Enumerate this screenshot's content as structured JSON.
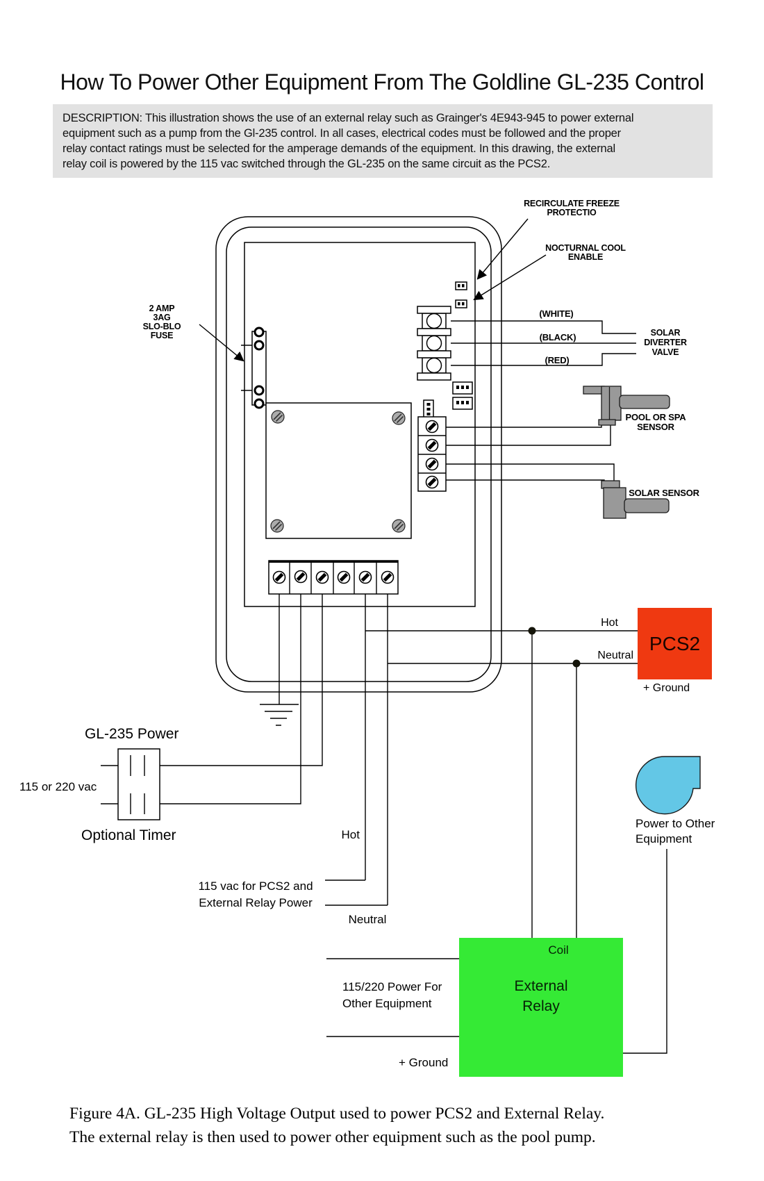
{
  "page": {
    "title": "How To Power Other Equipment From The Goldline GL-235 Control",
    "description_lines": [
      "DESCRIPTION: This illustration shows the use of an external relay such as Grainger's 4E943-945 to power external",
      "equipment such as a pump from the Gl-235 control.  In all cases, electrical codes must be followed and the proper",
      "relay contact ratings must be selected for the amperage demands of the equipment.  In this drawing, the external",
      "relay coil is powered by the 115 vac switched through the GL-235 on the same circuit as the PCS2."
    ],
    "caption_lines": [
      "Figure 4A. GL-235 High Voltage Output used to power PCS2 and External Relay.",
      "The external relay is then used to power other equipment such as the pool pump."
    ]
  },
  "colors": {
    "pcs2_red": "#ef3911",
    "relay_green": "#35ea35",
    "pump_blue": "#63c7e6",
    "description_bg": "#e2e2e2",
    "sensor_gray": "#999999"
  },
  "labels": {
    "fuse_lines": [
      "2 AMP",
      "3AG",
      "SLO-BLO",
      "FUSE"
    ],
    "recirc_lines": [
      "RECIRCULATE FREEZE",
      "PROTECTIO"
    ],
    "nocturnal_lines": [
      "NOCTURNAL COOL",
      "ENABLE"
    ],
    "white": "(WHITE)",
    "black": "(BLACK)",
    "red": "(RED)",
    "valve_lines": [
      "SOLAR",
      "DIVERTER",
      "VALVE"
    ],
    "pool_lines": [
      "POOL OR SPA",
      "SENSOR"
    ],
    "solar_sensor": "SOLAR SENSOR",
    "hot_top": "Hot",
    "neutral_top": "Neutral",
    "ground_top": "+ Ground",
    "pcs2": "PCS2",
    "gl235_power": "GL-235 Power",
    "vac": "115 or 220 vac",
    "optional_timer": "Optional Timer",
    "hot_bottom": "Hot",
    "vac_pcs2_lines": [
      "115 vac for PCS2 and",
      "External Relay Power"
    ],
    "neutral_bottom": "Neutral",
    "power_for_lines": [
      "115/220 Power For",
      "Other Equipment"
    ],
    "ground_bottom": "+ Ground",
    "coil": "Coil",
    "external_relay_lines": [
      "External",
      "Relay"
    ],
    "power_other_lines": [
      "Power to Other",
      "Equipment"
    ]
  }
}
